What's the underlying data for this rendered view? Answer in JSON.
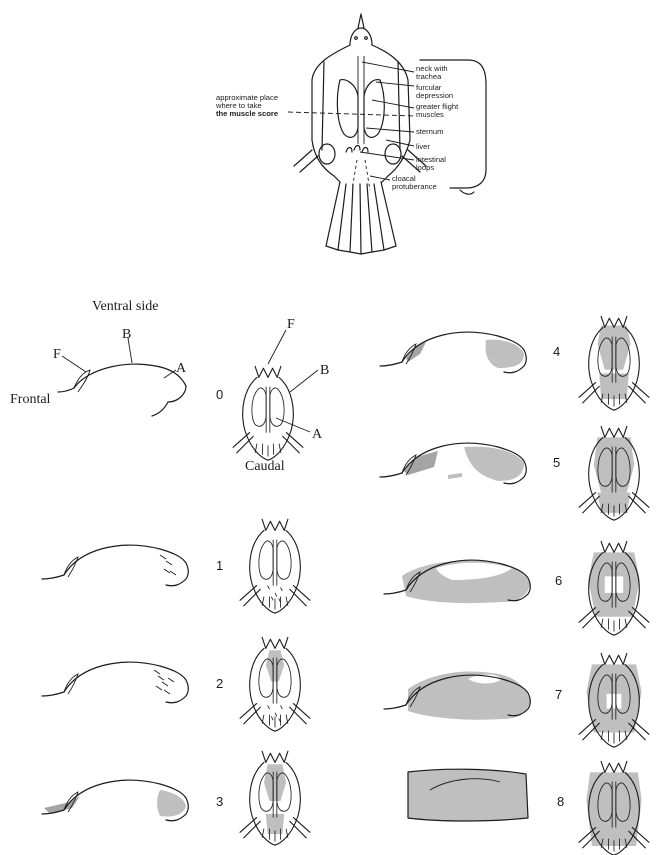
{
  "bird_labels": {
    "neck": "neck with",
    "neck2": "trachea",
    "furcular": "furcular",
    "furcular2": "depression",
    "flight": "greater flight",
    "flight2": "muscles",
    "sternum": "sternum",
    "liver": "liver",
    "intestinal": "intestinal",
    "intestinal2": "loops",
    "cloacal": "cloacal",
    "cloacal2": "protuberance",
    "place1": "approximate place",
    "place2": "where to take",
    "place3": "the muscle score"
  },
  "orientation": {
    "ventral": "Ventral side",
    "frontal": "Frontal",
    "caudal": "Caudal",
    "F": "F",
    "B": "B",
    "A": "A"
  },
  "scores": [
    "0",
    "1",
    "2",
    "3",
    "4",
    "5",
    "6",
    "7",
    "8"
  ]
}
